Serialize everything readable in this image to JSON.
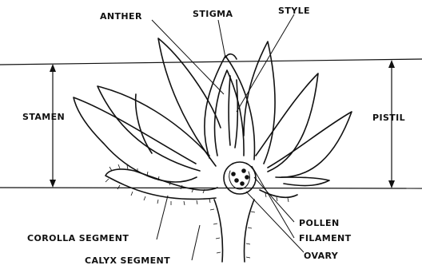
{
  "labels": {
    "anther": "ANTHER",
    "stigma": "STIGMA",
    "style": "STYLE",
    "stamen": "STAMEN",
    "pistil": "PISTIL",
    "pollen": "POLLEN",
    "filament": "FILAMENT",
    "ovary": "OVARY",
    "corolla_segment": "COROLLA SEGMENT",
    "calyx_segment": "CALYX SEGMENT"
  }
}
